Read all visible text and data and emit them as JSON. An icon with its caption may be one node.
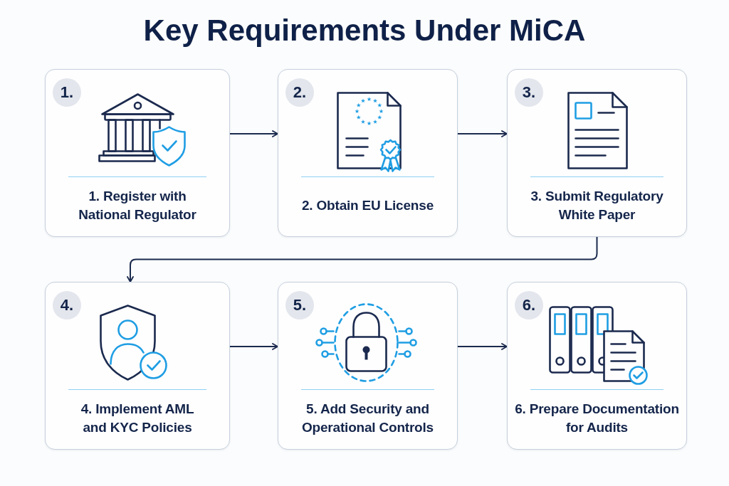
{
  "diagram": {
    "title": "Key Requirements Under MiCA",
    "nodes": [
      {
        "text": [
          "1.",
          "1. Register with National Regulator"
        ]
      },
      {
        "text": [
          "2.",
          "2. Obtain EU License"
        ]
      },
      {
        "text": [
          "3.",
          "3. Submit Regulatory White Paper"
        ]
      },
      {
        "text": [
          "4.",
          "4. Implement AML and KYC Policies"
        ]
      },
      {
        "text": [
          "5.",
          "5. Add Security and Operational Controls"
        ]
      },
      {
        "text": [
          "6.",
          "6. Prepare Documentation for Audits"
        ]
      }
    ],
    "edges": [
      {
        "from": 0,
        "to": 1,
        "arrow": "to"
      },
      {
        "from": 1,
        "to": 2,
        "arrow": "to"
      },
      {
        "from": 2,
        "to": 3,
        "arrow": "to"
      },
      {
        "from": 3,
        "to": 4,
        "arrow": "to"
      },
      {
        "from": 4,
        "to": 5,
        "arrow": "to"
      }
    ]
  }
}
